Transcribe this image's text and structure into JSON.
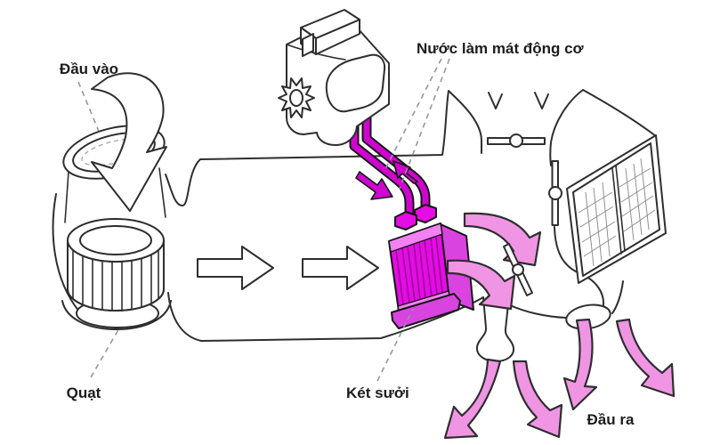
{
  "figure": {
    "labels": {
      "inlet": "Đầu vào",
      "engine_coolant": "Nước làm mát động cơ",
      "fan": "Quạt",
      "heater_core": "Két sưởi",
      "outlet": "Đầu ra"
    },
    "colors": {
      "background": "#ffffff",
      "line": "#2e2e2e",
      "leader": "#979797",
      "text": "#1c1c1c",
      "pipe_magenta": "#cf06cf",
      "core_front": "#e50ce5",
      "core_side": "#d944e0",
      "core_band": "#f381f3",
      "arrow_pink": "#f095e3",
      "grid": "#8f8f8f",
      "white": "#ffffff"
    }
  }
}
